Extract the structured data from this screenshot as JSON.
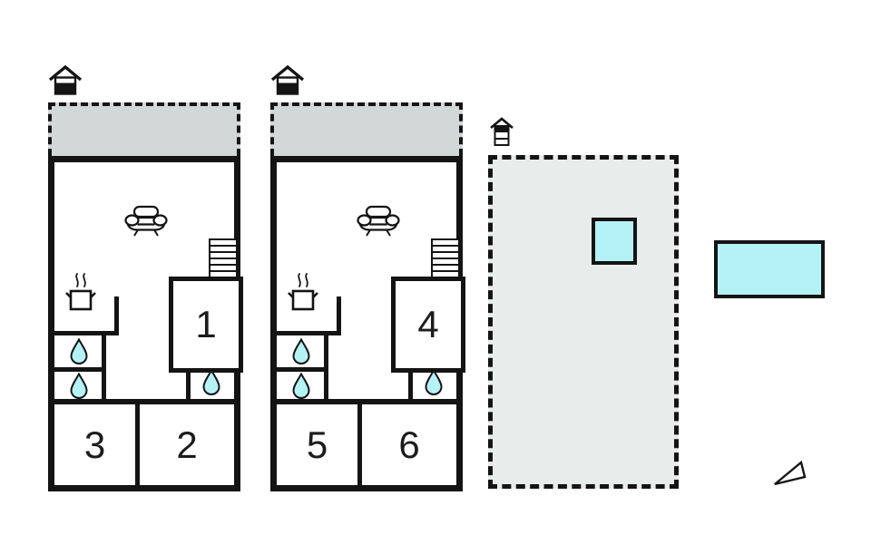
{
  "drawing": {
    "kind": "vacation-house floor plan with two mirrored apartments, terraces, garden and pools"
  },
  "units": [
    {
      "name": "apartment-1",
      "rooms": {
        "upper": "1",
        "bottom_left": "3",
        "bottom_right": "2"
      }
    },
    {
      "name": "apartment-2",
      "rooms": {
        "upper": "4",
        "bottom_left": "5",
        "bottom_right": "6"
      }
    }
  ],
  "icons": {
    "entrance_unit": "house-entrance-icon (pitched roof, lower floor shaded)",
    "entrance_garden": "house-entrance-icon tall (pitched roof, top floor shaded)",
    "sofa": "sofa-icon",
    "cooking": "cooking-pot-steam-icon",
    "water": "water-drop-icon",
    "stairs": "staircase-icon",
    "north": "north-arrow-triangle-icon"
  },
  "colors": {
    "wall": "#141414",
    "terrace_fill": "#d2d8d7",
    "garden_fill": "#e8edeb",
    "water_fill": "#b5f2f6",
    "background": "#ffffff"
  }
}
